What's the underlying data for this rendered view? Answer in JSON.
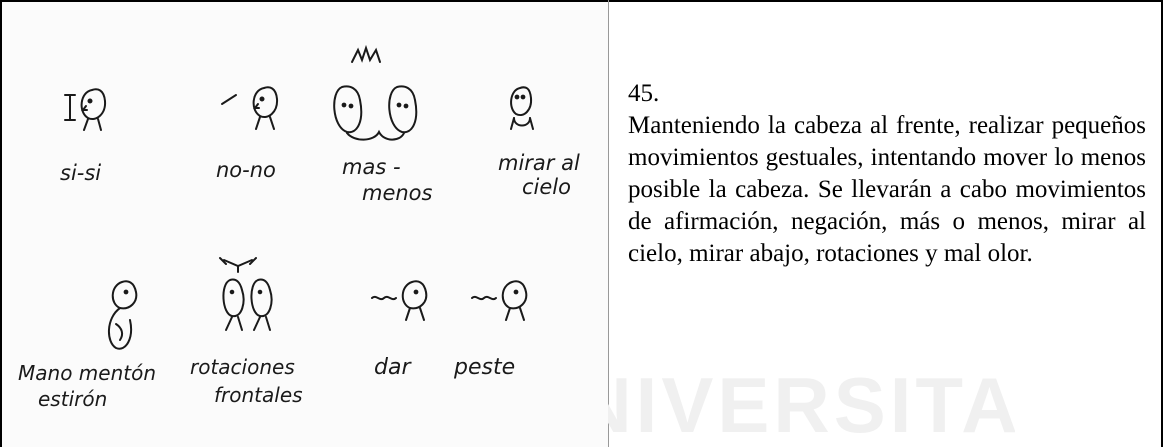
{
  "illustration": {
    "labels": {
      "si_si": "si-si",
      "no_no": "no-no",
      "mas_menos_1": "mas -",
      "mas_menos_2": "menos",
      "mirar_1": "mirar al",
      "mirar_2": "cielo",
      "mano_1": "Mano mentón",
      "mano_2": "estirón",
      "rot_1": "rotaciones",
      "rot_2": "frontales",
      "dar": "dar",
      "peste": "peste"
    }
  },
  "exercise": {
    "number": "45.",
    "text": "Manteniendo la cabeza al frente, realizar pequeños movimientos gestuales, intentando mover lo menos posible la cabeza. Se llevarán a cabo movimientos de afirmación, negación, más o menos, mirar al cielo, mirar abajo, rotaciones y mal olor."
  },
  "watermark": {
    "text": "UNIVERSITAS"
  }
}
